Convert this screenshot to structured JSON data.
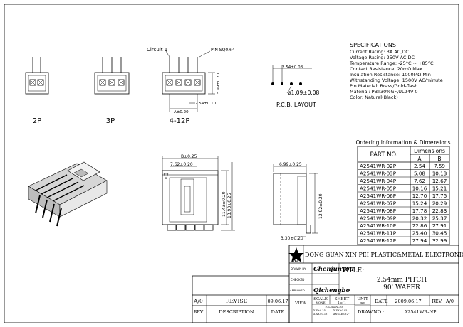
{
  "top_views": {
    "pin_labels": [
      "2P",
      "3P",
      "4-12P"
    ],
    "circuit_label": "Circuit 1",
    "pin_sq_label": "PIN SQ0.64",
    "dim_height": "5.99±0.20",
    "dim_a": "A±0.20",
    "dim_pitch_bottom": "2.54±0.10"
  },
  "pcb_layout": {
    "title": "P.C.B. LAYOUT",
    "dim_pitch": "2.54±0.08",
    "dim_hole": "ø1.09±0.08"
  },
  "specifications": {
    "title": "SPECIFICATIONS",
    "lines": [
      "Current Rating: 3A AC,DC",
      "Voltage Rating: 250V AC,DC",
      "Temperature Range: -25°C ~ +85°C",
      "Contact Resistance: 20mΩ Max",
      "Insulation Resistance: 1000MΩ Min",
      "Withstanding Voltage: 1500V AC/minute",
      "Pin Material: Brass/Gold-flash",
      "Material: PBT30%GF,UL94V-0",
      "Color: Natural(Black)"
    ]
  },
  "ordering": {
    "title": "Ordering Information & Dimensions",
    "col_part": "PART NO.",
    "col_dims": "Dimensions",
    "col_a": "A",
    "col_b": "B",
    "rows": [
      [
        "A2541WR-02P",
        "2.54",
        "7.59"
      ],
      [
        "A2541WR-03P",
        "5.08",
        "10.13"
      ],
      [
        "A2541WR-04P",
        "7.62",
        "12.67"
      ],
      [
        "A2541WR-05P",
        "10.16",
        "15.21"
      ],
      [
        "A2541WR-06P",
        "12.70",
        "17.75"
      ],
      [
        "A2541WR-07P",
        "15.24",
        "20.29"
      ],
      [
        "A2541WR-08P",
        "17.78",
        "22.83"
      ],
      [
        "A2541WR-09P",
        "20.32",
        "25.37"
      ],
      [
        "A2541WR-10P",
        "22.86",
        "27.91"
      ],
      [
        "A2541WR-11P",
        "25.40",
        "30.45"
      ],
      [
        "A2541WR-12P",
        "27.94",
        "32.99"
      ]
    ]
  },
  "front_view": {
    "dim_b": "B±0.25",
    "dim_inner": "7.62±0.20",
    "dim_h1": "11.43±0.20",
    "dim_h2": "13.93±0.25"
  },
  "side_view": {
    "dim_width": "6.99±0.25",
    "dim_height": "12.92±0.20",
    "dim_bottom": "3.30±0.20"
  },
  "title_block": {
    "company": "DONG GUAN XIN PEI PLASTIC&METAL ELECTRONIC CO.,LTD",
    "logo": "XP",
    "drawn_by_label": "DRAWN BY",
    "drawn_by": "Chenjunyou",
    "checked_label": "CHECKED",
    "approved_label": "APPROVED",
    "approved_by": "Qichengbo",
    "title_label": "TITLE:",
    "title_line1": "2.54mm PITCH",
    "title_line2": "90' WAFER",
    "rev_row_rev": "A/0",
    "rev_row_desc": "REVISE",
    "rev_row_date": "09.06.17",
    "view_label": "VIEW",
    "scale_label": "SCALE",
    "scale_value": "NONE",
    "sheet_label": "SHEET",
    "sheet_value": "1 of 1",
    "unit_label": "UNIT",
    "unit_value": "mm",
    "date_label": "DATE",
    "date_value": "2009.06.17",
    "rev_label": "REV.",
    "rev_value": "A/0",
    "col_rev": "REV.",
    "col_desc": "DESCRIPTION",
    "col_date": "DATE",
    "tol_title": "TOLERANCES",
    "tol_1": "X.X±0.25",
    "tol_2": "X.XX±0.05",
    "tol_3": "X.XX±0.13",
    "tol_4": "ANGLES±2°",
    "drawno_label": "DRAW.NO.:",
    "drawno_value": "A2541WR-NP"
  }
}
